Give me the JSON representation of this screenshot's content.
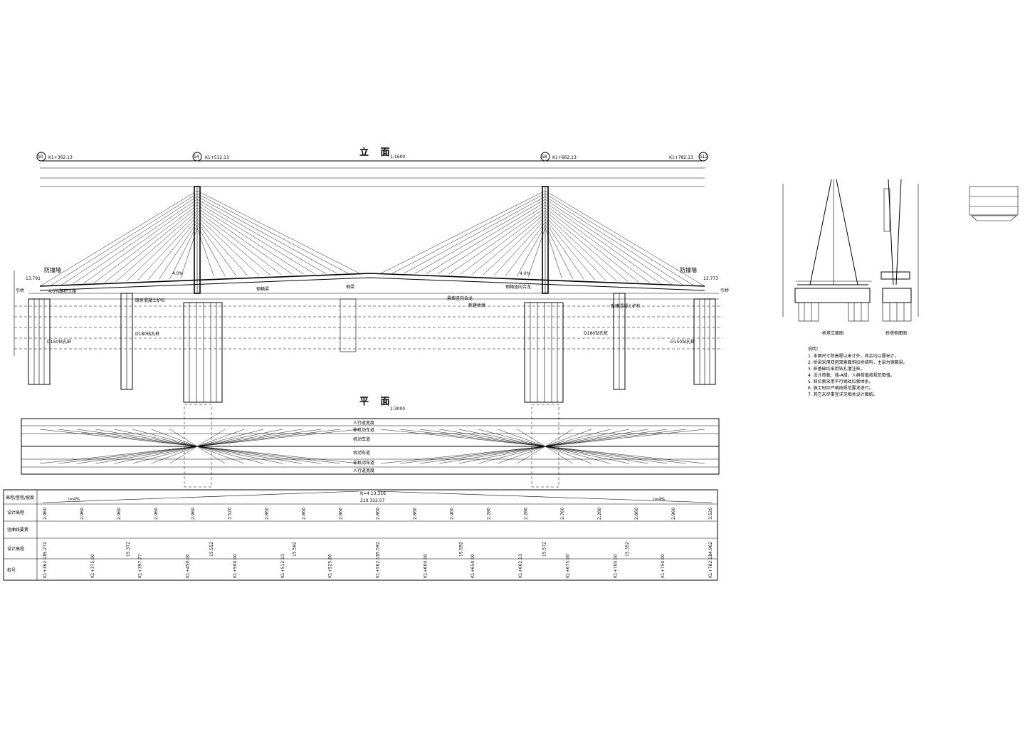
{
  "elevation": {
    "title": "立 面",
    "scale": "1:1600",
    "piers": [
      "S0",
      "S4",
      "S8",
      "S12"
    ],
    "pier_chainages": [
      "K1+362.13",
      "K1+512.13",
      "K1+662.13",
      "K1+782.13"
    ],
    "labels": {
      "left_abutment": "引桥",
      "right_abutment": "引桥",
      "left_embank": "防撞墙",
      "right_embank": "防撞墙",
      "left_road": "4.0%路桥土路",
      "left_wall": "既有混凝土护栏",
      "main_girder": "钢箱梁",
      "river": "钢梁",
      "bridge_note": "悬索竖向合龙",
      "new_pier": "新建桥墩",
      "right_pier": "钢箱竖向合龙",
      "right_road": "新建混凝土护栏",
      "pile_left": "D150钻孔桩",
      "pile_left2": "D180钻孔桩",
      "pile_right": "D180钻孔桩",
      "pile_right2": "D150钻孔桩"
    },
    "levels": [
      "13.791",
      "13.773",
      "4.0%",
      "4.0%"
    ]
  },
  "plan": {
    "title": "平 面",
    "scale": "1:3000",
    "lanes": [
      "人行道宽度",
      "非机动车道",
      "机动车道",
      "机动车道",
      "非机动车道",
      "人行道宽度"
    ]
  },
  "table": {
    "headers": [
      "高程/里程/坡度",
      "设计高程",
      "竖曲线要素",
      "设计高程",
      "桩号"
    ],
    "slope_left": "i=4%",
    "slope_right": "i=4%",
    "curve_top": "R=4 13.316",
    "curve_bottom": "210 332.57",
    "ground": [
      "2.960",
      "2.960",
      "2.960",
      "2.960",
      "2.960",
      "3.520",
      "2.860",
      "2.860",
      "2.860",
      "2.860",
      "2.860",
      "2.400",
      "2.280",
      "2.280",
      "2.760",
      "2.280",
      "2.860",
      "2.960",
      "3.520"
    ],
    "design": [
      "15.272",
      "15.372",
      "15.552",
      "15.592",
      "15.592",
      "15.592",
      "15.572",
      "15.352",
      "14.962"
    ],
    "stakes": [
      "K1+362.13",
      "K1+375.00",
      "K1+397.77",
      "K1+450.00",
      "K1+500.00",
      "K1+512.13",
      "K1+525.00",
      "K1+562.13",
      "K1+600.00",
      "K1+650.00",
      "K1+662.13",
      "K1+675.00",
      "K1+700.00",
      "K1+750.00",
      "K1+782.13"
    ]
  },
  "side": {
    "tower_title": "桥塔立面图",
    "tower_side_title": "桥塔侧面图",
    "notes_title": "说明：",
    "notes": [
      "1. 本图尺寸除高程以米计外，其余均以厘米计。",
      "2. 桥梁采用双塔双索面斜拉桥结构，主梁为钢箱梁。",
      "3. 桩基础均采用钻孔灌注桩。",
      "4. 设计荷载：城-A级，人群荷载按规范取值。",
      "5. 斜拉索采用平行钢丝拉索体系。",
      "6. 施工时应严格按规范要求进行。",
      "7. 其它未尽事宜详见相关设计图纸。"
    ]
  }
}
